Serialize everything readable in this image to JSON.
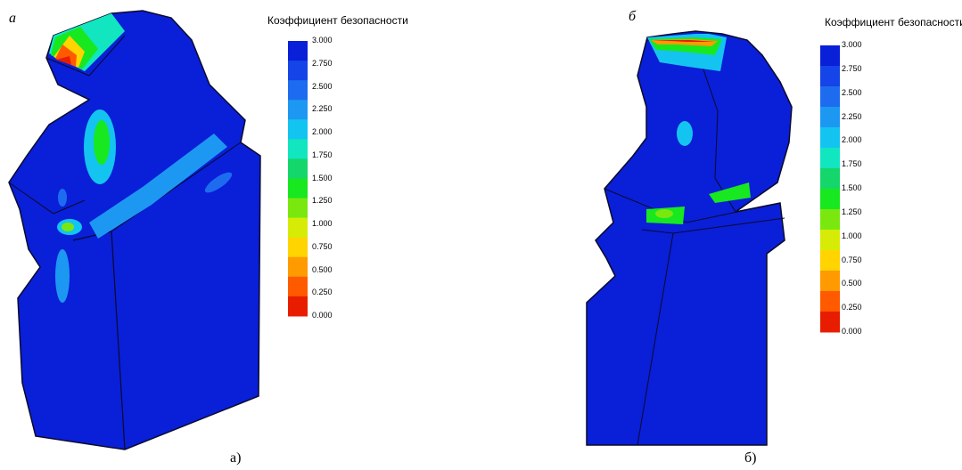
{
  "panels": [
    {
      "letter": "а",
      "caption": "а)",
      "legend_title": "Коэффициент безопасности",
      "legend_ticks": [
        "3.000",
        "2.750",
        "2.500",
        "2.250",
        "2.000",
        "1.750",
        "1.500",
        "1.250",
        "1.000",
        "0.750",
        "0.500",
        "0.250",
        "0.000"
      ]
    },
    {
      "letter": "б",
      "caption": "б)",
      "legend_title": "Коэффициент безопасности",
      "legend_ticks": [
        "3.000",
        "2.750",
        "2.500",
        "2.250",
        "2.000",
        "1.750",
        "1.500",
        "1.250",
        "1.000",
        "0.750",
        "0.500",
        "0.250",
        "0.000"
      ]
    }
  ],
  "colorscale": [
    "#0a1fd8",
    "#1544e8",
    "#1d6cf0",
    "#1d98f2",
    "#14c4f0",
    "#11e6c0",
    "#15d66a",
    "#18e81f",
    "#7ae80f",
    "#d6ec07",
    "#ffd400",
    "#ff9a00",
    "#ff5a00",
    "#e81d00"
  ]
}
